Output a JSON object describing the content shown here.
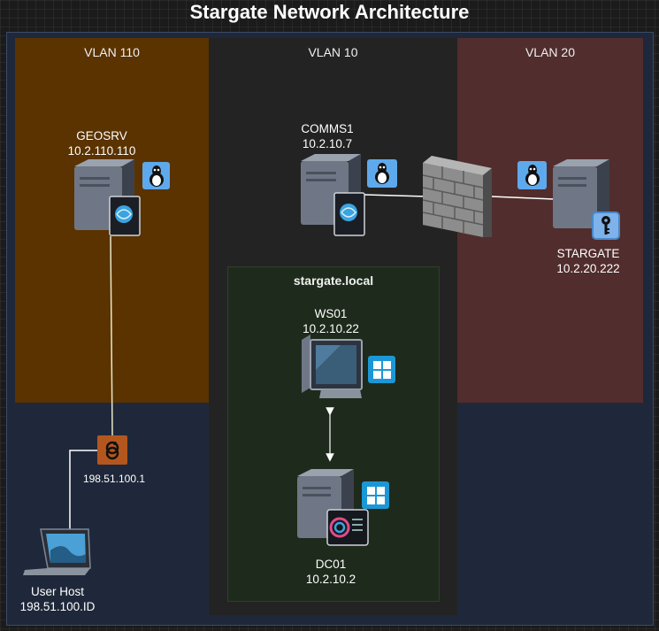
{
  "title": "Stargate Network Architecture",
  "zones": {
    "vlan110": "VLAN 110",
    "vlan10": "VLAN 10",
    "vlan20": "VLAN 20",
    "domain": "stargate.local"
  },
  "nodes": {
    "geosrv": {
      "name": "GEOSRV",
      "ip": "10.2.110.110",
      "os": "linux-icon"
    },
    "comms1": {
      "name": "COMMS1",
      "ip": "10.2.10.7",
      "os": "linux-icon"
    },
    "stargate": {
      "name": "STARGATE",
      "ip": "10.2.20.222",
      "os": "linux-icon",
      "extra": "key-icon"
    },
    "ws01": {
      "name": "WS01",
      "ip": "10.2.10.22",
      "os": "windows-icon"
    },
    "dc01": {
      "name": "DC01",
      "ip": "10.2.10.2",
      "os": "windows-icon"
    },
    "user_host": {
      "name": "User Host",
      "ip": "198.51.100.ID"
    },
    "wireguard": {
      "ip": "198.51.100.1",
      "icon": "wireguard-icon"
    }
  },
  "colors": {
    "vlan110": "#5a3300",
    "vlan10": "#232323",
    "vlan20": "#512d2d",
    "domain": "#1e2b1c",
    "outer": "#1f283a",
    "linux_tile": "#5ea9ec",
    "windows_tile": "#1c97d6",
    "wireguard_tile": "#b4571e"
  }
}
